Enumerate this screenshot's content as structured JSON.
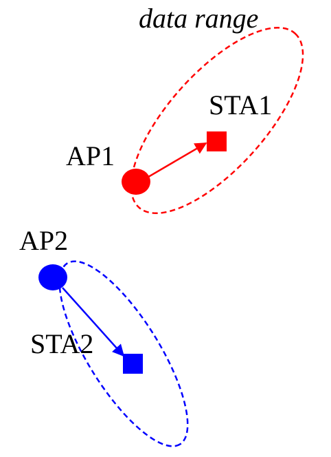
{
  "labels": {
    "data_range": "data range",
    "ap1": "AP1",
    "sta1": "STA1",
    "ap2": "AP2",
    "sta2": "STA2"
  },
  "nodes": [
    {
      "id": "AP1",
      "kind": "access-point",
      "shape": "circle",
      "color": "#ff0000"
    },
    {
      "id": "STA1",
      "kind": "station",
      "shape": "square",
      "color": "#ff0000"
    },
    {
      "id": "AP2",
      "kind": "access-point",
      "shape": "circle",
      "color": "#0000ff"
    },
    {
      "id": "STA2",
      "kind": "station",
      "shape": "square",
      "color": "#0000ff"
    }
  ],
  "links": [
    {
      "from": "AP1",
      "to": "STA1",
      "color": "#ff0000",
      "style": "arrow"
    },
    {
      "from": "AP2",
      "to": "STA2",
      "color": "#0000ff",
      "style": "arrow"
    }
  ],
  "ranges": [
    {
      "group": "AP1",
      "color": "#ff0000",
      "style": "dashed"
    },
    {
      "group": "AP2",
      "color": "#0000ff",
      "style": "dashed"
    }
  ],
  "colors": {
    "group1": "#ff0000",
    "group2": "#0000ff",
    "text": "#000000",
    "background": "#ffffff"
  }
}
